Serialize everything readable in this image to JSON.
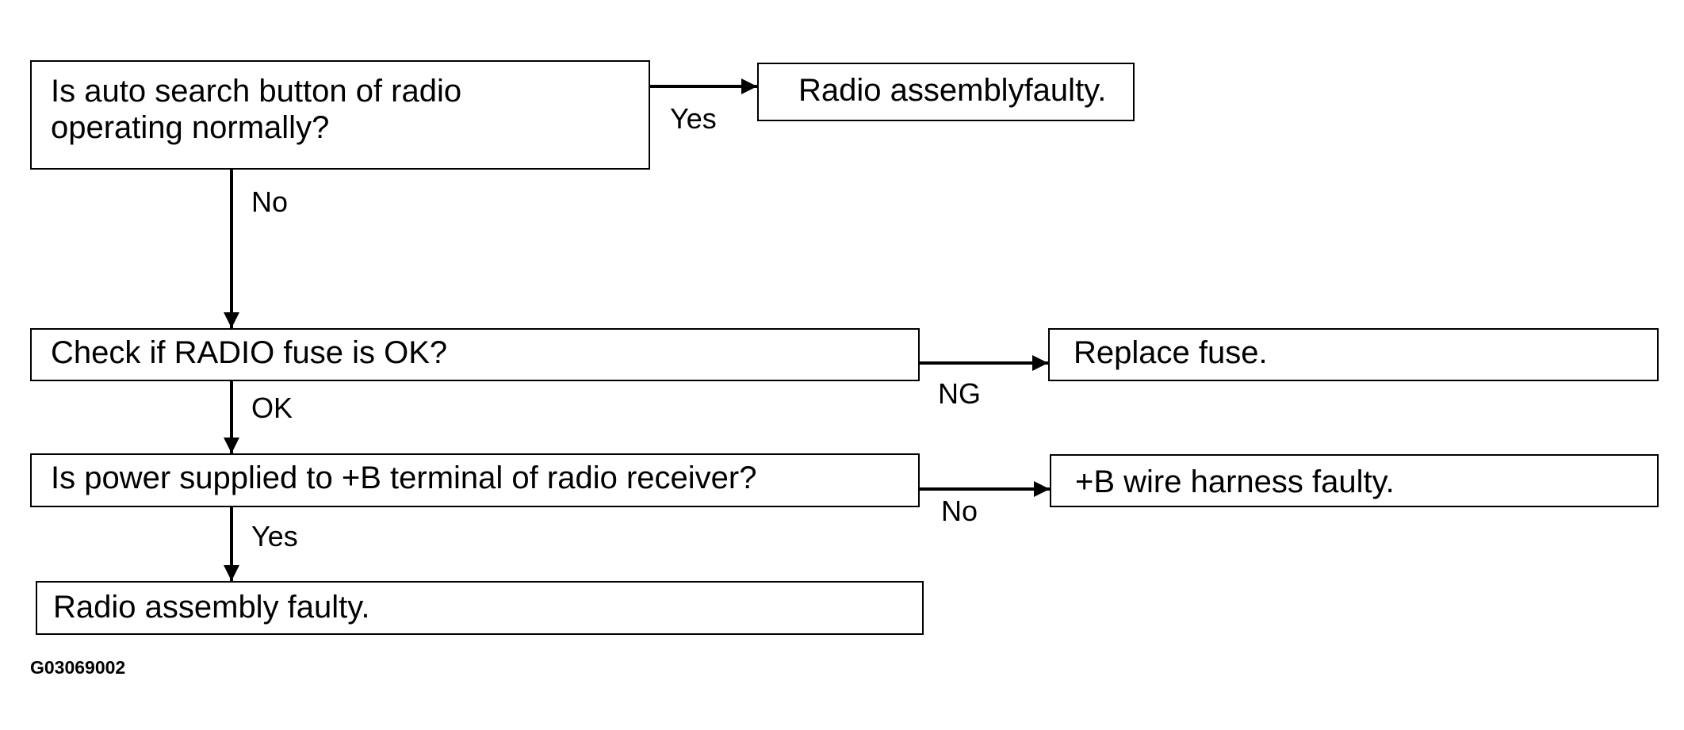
{
  "diagram": {
    "nodes": {
      "q_auto_search": {
        "lines": [
          "Is auto search button of radio",
          "operating normally?"
        ]
      },
      "r_radio_faulty_1": {
        "text": "Radio assemblyfaulty."
      },
      "q_radio_fuse": {
        "text": "Check if RADIO fuse is OK?"
      },
      "r_replace_fuse": {
        "text": "Replace fuse."
      },
      "q_power_b": {
        "text": "Is power supplied to +B terminal of radio receiver?"
      },
      "r_b_wire": {
        "text": "+B wire harness faulty."
      },
      "r_radio_faulty_2": {
        "text": "Radio assembly faulty."
      }
    },
    "edges": [
      {
        "from": "q_auto_search",
        "to": "r_radio_faulty_1",
        "label": "Yes"
      },
      {
        "from": "q_auto_search",
        "to": "q_radio_fuse",
        "label": "No"
      },
      {
        "from": "q_radio_fuse",
        "to": "r_replace_fuse",
        "label": "NG"
      },
      {
        "from": "q_radio_fuse",
        "to": "q_power_b",
        "label": "OK"
      },
      {
        "from": "q_power_b",
        "to": "r_b_wire",
        "label": "No"
      },
      {
        "from": "q_power_b",
        "to": "r_radio_faulty_2",
        "label": "Yes"
      }
    ],
    "figure_code": "G03069002"
  }
}
